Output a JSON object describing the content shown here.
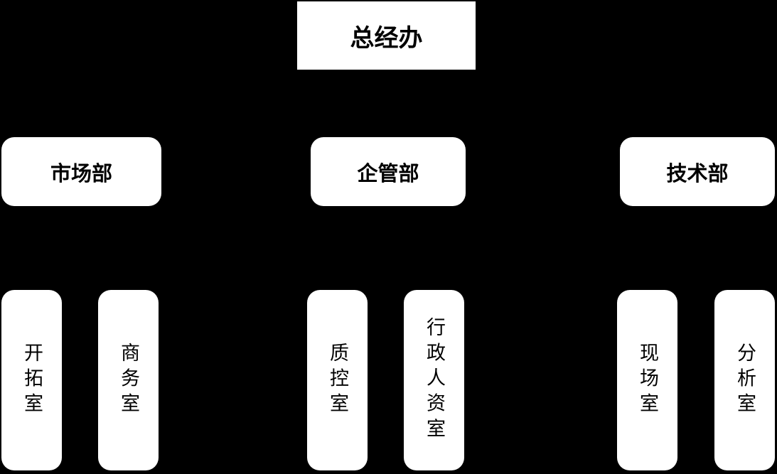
{
  "colors": {
    "background": "#000000",
    "node_fill": "#ffffff",
    "node_text": "#000000"
  },
  "org_chart": {
    "root": {
      "label": "总经办"
    },
    "departments": [
      {
        "label": "市场部",
        "offices": [
          {
            "label": "开拓室"
          },
          {
            "label": "商务室"
          }
        ]
      },
      {
        "label": "企管部",
        "offices": [
          {
            "label": "质控室"
          },
          {
            "label": "行政人资室"
          }
        ]
      },
      {
        "label": "技术部",
        "offices": [
          {
            "label": "现场室"
          },
          {
            "label": "分析室"
          }
        ]
      }
    ]
  }
}
